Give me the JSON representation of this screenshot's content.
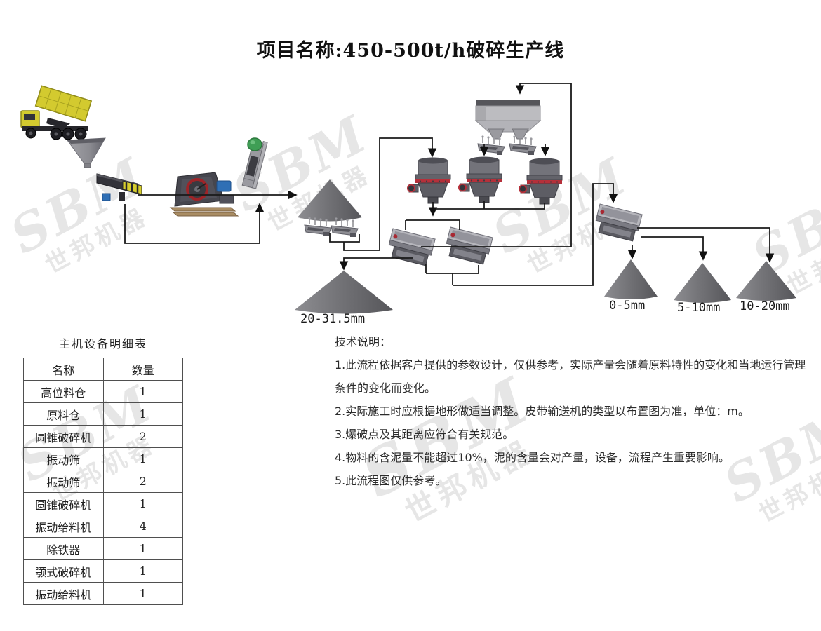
{
  "title": "项目名称:450-500t/h破碎生产线",
  "watermark": {
    "brand": "SBM",
    "cn": "世邦机器"
  },
  "diagram": {
    "output_labels": [
      "20-31.5mm",
      "0-5mm",
      "5-10mm",
      "10-20mm"
    ]
  },
  "table": {
    "title": "主机设备明细表",
    "columns": [
      "名称",
      "数量"
    ],
    "rows": [
      [
        "高位料仓",
        "1"
      ],
      [
        "原料仓",
        "1"
      ],
      [
        "圆锥破碎机",
        "2"
      ],
      [
        "振动筛",
        "1"
      ],
      [
        "振动筛",
        "2"
      ],
      [
        "圆锥破碎机",
        "1"
      ],
      [
        "振动给料机",
        "4"
      ],
      [
        "除铁器",
        "1"
      ],
      [
        "颚式破碎机",
        "1"
      ],
      [
        "振动给料机",
        "1"
      ]
    ]
  },
  "notes": {
    "title": "技术说明：",
    "items": [
      "1.此流程依据客户提供的参数设计，仅供参考，实际产量会随着原料特性的变化和当地运行管理条件的变化而变化。",
      "2.实际施工时应根据地形做适当调整。皮带输送机的类型以布置图为准，单位：m。",
      "3.爆破点及其距离应符合有关规范。",
      "4.物料的含泥量不能超过10%，泥的含量会对产量，设备，流程产生重要影响。",
      "5.此流程图仅供参考。"
    ]
  },
  "colors": {
    "flow_line": "#1a1a1a",
    "truck_yellow": "#d3ca2f",
    "crusher_red": "#a82832",
    "motor_blue": "#2f6fb5",
    "separator_green": "#3f9e55",
    "machine_gray": "#8a8a90",
    "pile_gray": "#6e6e72",
    "watermark_gray": "#d2d2d2"
  }
}
